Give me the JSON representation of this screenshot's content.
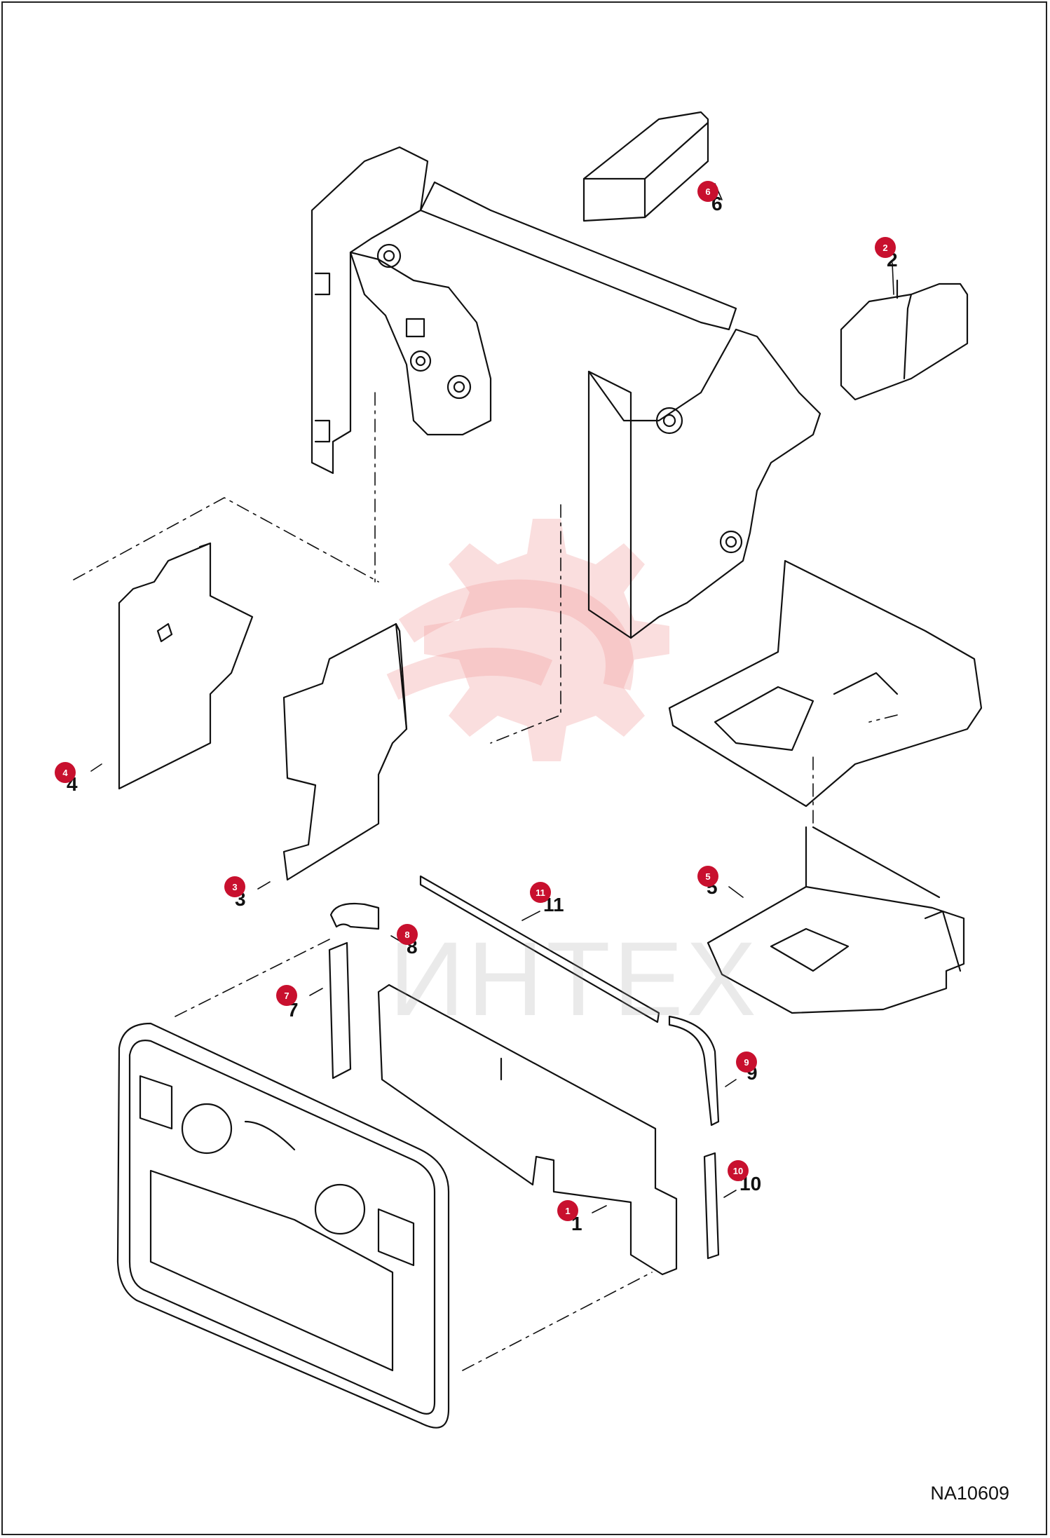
{
  "diagram": {
    "document_id": "NA10609",
    "watermark_text": "ИНТЕХ",
    "watermark_color": "#f2b8b8",
    "accent_color": "#c8102e",
    "callouts": [
      "1",
      "2",
      "3",
      "4",
      "5",
      "6",
      "7",
      "8",
      "9",
      "10",
      "11"
    ],
    "part_numbers": [
      "1",
      "2",
      "3",
      "4",
      "5",
      "6",
      "7",
      "8",
      "9",
      "10",
      "11"
    ]
  }
}
